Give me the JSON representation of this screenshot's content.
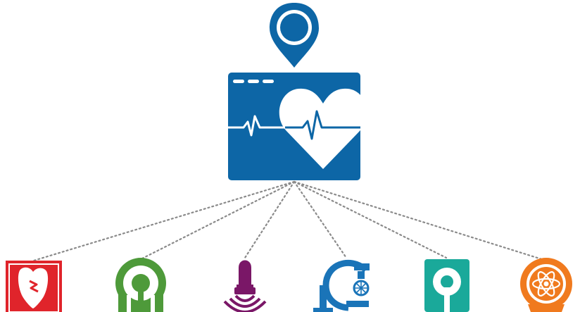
{
  "colors": {
    "hub": "#0d66a6",
    "connector": "#8a8a8a",
    "xray": "#e0242b",
    "ct": "#4e9a3a",
    "ultrasound": "#7a1767",
    "c_arm": "#1a74b8",
    "mri": "#1aa99a",
    "nuclear": "#f07a1e"
  },
  "hub": {
    "icon": "cardiac-monitor-icon",
    "location_icon": "location-pin-icon"
  },
  "modalities": [
    {
      "id": "xray",
      "icon": "xray-chest-icon"
    },
    {
      "id": "ct",
      "icon": "ct-scanner-icon"
    },
    {
      "id": "ultrasound",
      "icon": "ultrasound-probe-icon"
    },
    {
      "id": "c_arm",
      "icon": "c-arm-icon"
    },
    {
      "id": "mri",
      "icon": "mri-scanner-icon"
    },
    {
      "id": "nuclear",
      "icon": "nuclear-medicine-icon"
    }
  ]
}
